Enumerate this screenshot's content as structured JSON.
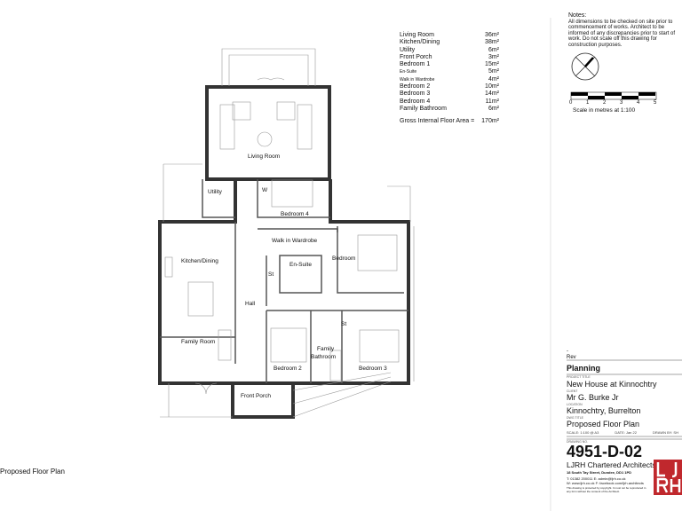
{
  "area_schedule": {
    "rows": [
      {
        "room": "Living Room",
        "area": "36m²"
      },
      {
        "room": "Kitchen/Dining",
        "area": "38m²"
      },
      {
        "room": "Utility",
        "area": "6m²"
      },
      {
        "room": "Front Porch",
        "area": "3m²"
      },
      {
        "room": "Bedroom 1",
        "area": "15m²"
      },
      {
        "room": "En-Suite",
        "area": "5m²"
      },
      {
        "room": "Walk in Wardrobe",
        "area": "4m²"
      },
      {
        "room": "Bedroom 2",
        "area": "10m²"
      },
      {
        "room": "Bedroom 3",
        "area": "14m²"
      },
      {
        "room": "Bedroom 4",
        "area": "11m²"
      },
      {
        "room": "Family Bathroom",
        "area": "6m²"
      }
    ],
    "gross_label": "Gross Internal Floor Area =",
    "gross_value": "170m²"
  },
  "notes": {
    "heading": "Notes:",
    "text": "All dimensions to be checked on site prior to commencement of works. Architect to be informed of any discrepancies prior to start of work. Do not scale off this drawing for construction purposes."
  },
  "scale_bar": {
    "ticks": [
      "0",
      "1",
      "2",
      "3",
      "4",
      "5"
    ],
    "label": "Scale in metres at 1:100"
  },
  "plan": {
    "rooms": {
      "living": "Living Room",
      "utility": "Utility",
      "w": "W",
      "bedroom4": "Bedroom 4",
      "kitchen": "Kitchen/Dining",
      "wardrobe": "Walk in Wardrobe",
      "bedroom1": "Bedroom",
      "ensuite": "En-Suite",
      "st1": "St",
      "hall": "Hall",
      "st2": "St",
      "family_room": "Family Room",
      "bedroom2": "Bedroom 2",
      "bathroom1": "Family",
      "bathroom2": "Bathroom",
      "bedroom3": "Bedroom 3",
      "porch": "Front Porch"
    }
  },
  "title_block": {
    "rev_dash": "-",
    "rev": "Rev",
    "status": "Planning",
    "project_title_label": "PROJECT TITLE",
    "project_title": "New House at Kinnochtry",
    "client_label": "CLIENT",
    "client": "Mr G. Burke Jr",
    "location_label": "LOCATION",
    "location": "Kinnochtry, Burrelton",
    "drawing_title_label": "DWG TITLE",
    "drawing_title": "Proposed Floor Plan",
    "scale": "SCALE: 1:100 @ A3",
    "date": "DATE: Jan 22",
    "drawn_by": "DRAWN BY: SH",
    "drawing_no_label": "DRAWING NO.",
    "drawing_no": "4951-D-02",
    "firm": "LJRH Chartered Architects",
    "address": "18 South Tay Street, Dundee, DD1 1PD",
    "contact1": "T: 01382 200011   E: admin@ljrh.co.uk",
    "contact2": "W: www.ljrh.co.uk   F: facebook.com/ljrh.architects",
    "disclaimer": "This drawing is protected by copyright. It must not be reproduced in any form without the consent of the Architect.",
    "logo_text": "LJRH",
    "logo_color": "#c0282d"
  },
  "caption": "Proposed Floor Plan"
}
